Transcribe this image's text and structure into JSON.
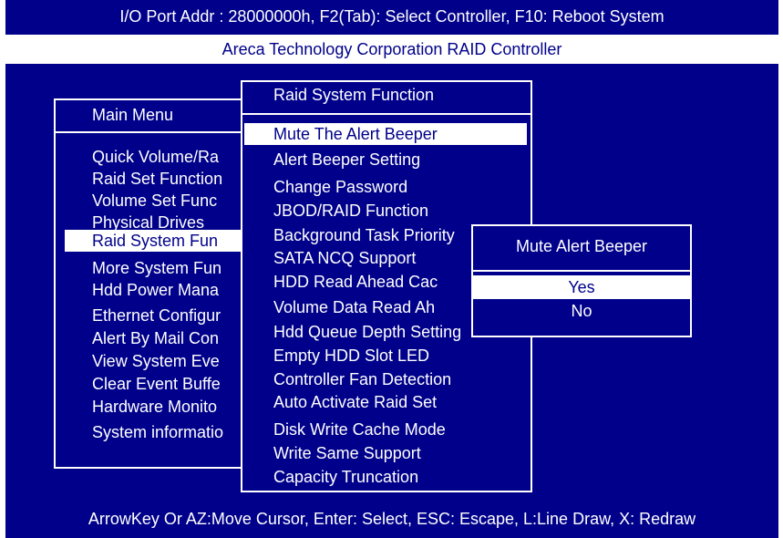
{
  "header": {
    "top_line": "I/O Port Addr : 28000000h, F2(Tab): Select Controller, F10: Reboot System",
    "subtitle": "Areca Technology Corporation RAID Controller"
  },
  "main_menu": {
    "title": "Main Menu",
    "items": [
      "Quick Volume/Ra",
      "Raid Set Function",
      "Volume Set Func",
      "Physical Drives",
      "Raid System Fun",
      "More System Fun",
      "Hdd Power Mana",
      "Ethernet Configur",
      "Alert By Mail Con",
      "View System Eve",
      "Clear Event Buffe",
      "Hardware Monito",
      "System informatio"
    ],
    "selected": "Raid System Fun"
  },
  "raid_system_menu": {
    "title": "Raid System Function",
    "items": [
      "Mute The Alert Beeper",
      "Alert Beeper Setting",
      "Change Password",
      "JBOD/RAID Function",
      "Background Task Priority",
      "SATA NCQ Support",
      "HDD Read Ahead Cac",
      "Volume Data Read Ah",
      "Hdd Queue Depth Setting",
      "Empty HDD Slot LED",
      "Controller Fan Detection",
      "Auto Activate Raid Set",
      "Disk Write Cache Mode",
      "Write Same Support",
      "Capacity Truncation"
    ],
    "selected": "Mute The Alert Beeper"
  },
  "beeper_dialog": {
    "title": "Mute Alert Beeper",
    "options": [
      "Yes",
      "No"
    ],
    "selected": "Yes"
  },
  "footer": {
    "help": "ArrowKey Or AZ:Move Cursor, Enter: Select, ESC: Escape, L:Line Draw, X: Redraw"
  },
  "colors": {
    "background": "#00008a",
    "foreground": "#ffffff",
    "highlight_bg": "#ffffff",
    "highlight_fg": "#00008a"
  }
}
